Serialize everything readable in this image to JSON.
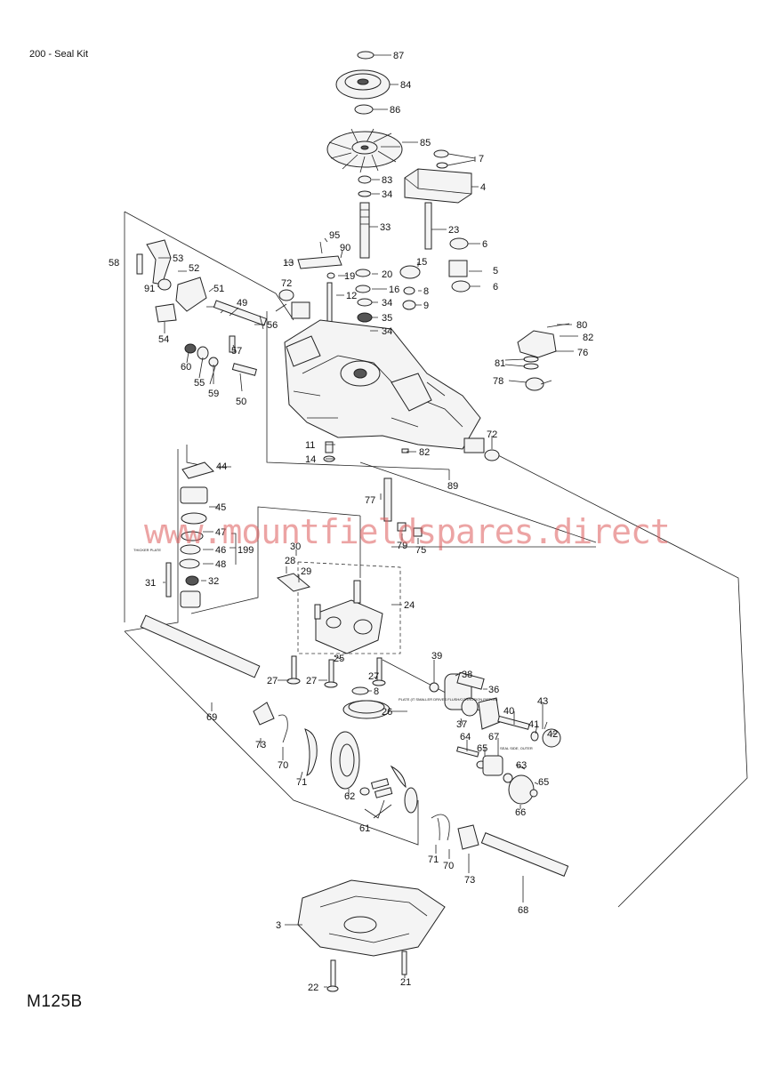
{
  "header": {
    "title": "200 - Seal Kit"
  },
  "footer": {
    "code": "M125B"
  },
  "watermark": {
    "text": "www.mountfieldspares.direct",
    "color": "#e06a6a"
  },
  "tags": {
    "plate_flush": "THICKER PLATE",
    "plate_motor": "PLATE (IT SMALLER DRIVES FLUSH/CORROSION PISTON)",
    "seal_side": "SEAL SIDE, OUTER"
  },
  "callouts": [
    {
      "id": "c87",
      "label": "87"
    },
    {
      "id": "c84",
      "label": "84"
    },
    {
      "id": "c86",
      "label": "86"
    },
    {
      "id": "c85",
      "label": "85"
    },
    {
      "id": "c7",
      "label": "7"
    },
    {
      "id": "c83",
      "label": "83"
    },
    {
      "id": "c4",
      "label": "4"
    },
    {
      "id": "c34a",
      "label": "34"
    },
    {
      "id": "c33",
      "label": "33"
    },
    {
      "id": "c23",
      "label": "23"
    },
    {
      "id": "c6a",
      "label": "6"
    },
    {
      "id": "c95",
      "label": "95"
    },
    {
      "id": "c90",
      "label": "90"
    },
    {
      "id": "c13",
      "label": "13"
    },
    {
      "id": "c15",
      "label": "15"
    },
    {
      "id": "c5",
      "label": "5"
    },
    {
      "id": "c58",
      "label": "58"
    },
    {
      "id": "c53",
      "label": "53"
    },
    {
      "id": "c19",
      "label": "19"
    },
    {
      "id": "c20",
      "label": "20"
    },
    {
      "id": "c6b",
      "label": "6"
    },
    {
      "id": "c52",
      "label": "52"
    },
    {
      "id": "c72a",
      "label": "72"
    },
    {
      "id": "c91",
      "label": "91"
    },
    {
      "id": "c12",
      "label": "12"
    },
    {
      "id": "c16",
      "label": "16"
    },
    {
      "id": "c8a",
      "label": "8"
    },
    {
      "id": "c51",
      "label": "51"
    },
    {
      "id": "c34b",
      "label": "34"
    },
    {
      "id": "c9",
      "label": "9"
    },
    {
      "id": "c49",
      "label": "49"
    },
    {
      "id": "c35",
      "label": "35"
    },
    {
      "id": "c56",
      "label": "56"
    },
    {
      "id": "c54",
      "label": "54"
    },
    {
      "id": "c34c",
      "label": "34"
    },
    {
      "id": "c80",
      "label": "80"
    },
    {
      "id": "c82a",
      "label": "82"
    },
    {
      "id": "c57",
      "label": "57"
    },
    {
      "id": "c76",
      "label": "76"
    },
    {
      "id": "c60",
      "label": "60"
    },
    {
      "id": "c81",
      "label": "81"
    },
    {
      "id": "c55",
      "label": "55"
    },
    {
      "id": "c59",
      "label": "59"
    },
    {
      "id": "c78",
      "label": "78"
    },
    {
      "id": "c50",
      "label": "50"
    },
    {
      "id": "c72b",
      "label": "72"
    },
    {
      "id": "c11",
      "label": "11"
    },
    {
      "id": "c82b",
      "label": "82"
    },
    {
      "id": "c14",
      "label": "14"
    },
    {
      "id": "c44",
      "label": "44"
    },
    {
      "id": "c89",
      "label": "89"
    },
    {
      "id": "c77",
      "label": "77"
    },
    {
      "id": "c45",
      "label": "45"
    },
    {
      "id": "c47",
      "label": "47"
    },
    {
      "id": "c79",
      "label": "79"
    },
    {
      "id": "c75",
      "label": "75"
    },
    {
      "id": "c46",
      "label": "46"
    },
    {
      "id": "c199",
      "label": "199"
    },
    {
      "id": "c30",
      "label": "30"
    },
    {
      "id": "c48",
      "label": "48"
    },
    {
      "id": "c28",
      "label": "28"
    },
    {
      "id": "c29",
      "label": "29"
    },
    {
      "id": "c31",
      "label": "31"
    },
    {
      "id": "c32",
      "label": "32"
    },
    {
      "id": "c24",
      "label": "24"
    },
    {
      "id": "c39",
      "label": "39"
    },
    {
      "id": "c25",
      "label": "25"
    },
    {
      "id": "c27a",
      "label": "27"
    },
    {
      "id": "c38",
      "label": "38"
    },
    {
      "id": "c27b",
      "label": "27"
    },
    {
      "id": "c36",
      "label": "36"
    },
    {
      "id": "c8b",
      "label": "8"
    },
    {
      "id": "c43",
      "label": "43"
    },
    {
      "id": "c40",
      "label": "40"
    },
    {
      "id": "c26",
      "label": "26"
    },
    {
      "id": "c69",
      "label": "69"
    },
    {
      "id": "c37",
      "label": "37"
    },
    {
      "id": "c41",
      "label": "41"
    },
    {
      "id": "c42",
      "label": "42"
    },
    {
      "id": "c64",
      "label": "64"
    },
    {
      "id": "c67",
      "label": "67"
    },
    {
      "id": "c73a",
      "label": "73"
    },
    {
      "id": "c65a",
      "label": "65"
    },
    {
      "id": "c63",
      "label": "63"
    },
    {
      "id": "c70a",
      "label": "70"
    },
    {
      "id": "c65b",
      "label": "65"
    },
    {
      "id": "c71a",
      "label": "71"
    },
    {
      "id": "c66",
      "label": "66"
    },
    {
      "id": "c62",
      "label": "62"
    },
    {
      "id": "c61",
      "label": "61"
    },
    {
      "id": "c71b",
      "label": "71"
    },
    {
      "id": "c70b",
      "label": "70"
    },
    {
      "id": "c73b",
      "label": "73"
    },
    {
      "id": "c68",
      "label": "68"
    },
    {
      "id": "c3",
      "label": "3"
    },
    {
      "id": "c21",
      "label": "21"
    },
    {
      "id": "c22",
      "label": "22"
    }
  ]
}
